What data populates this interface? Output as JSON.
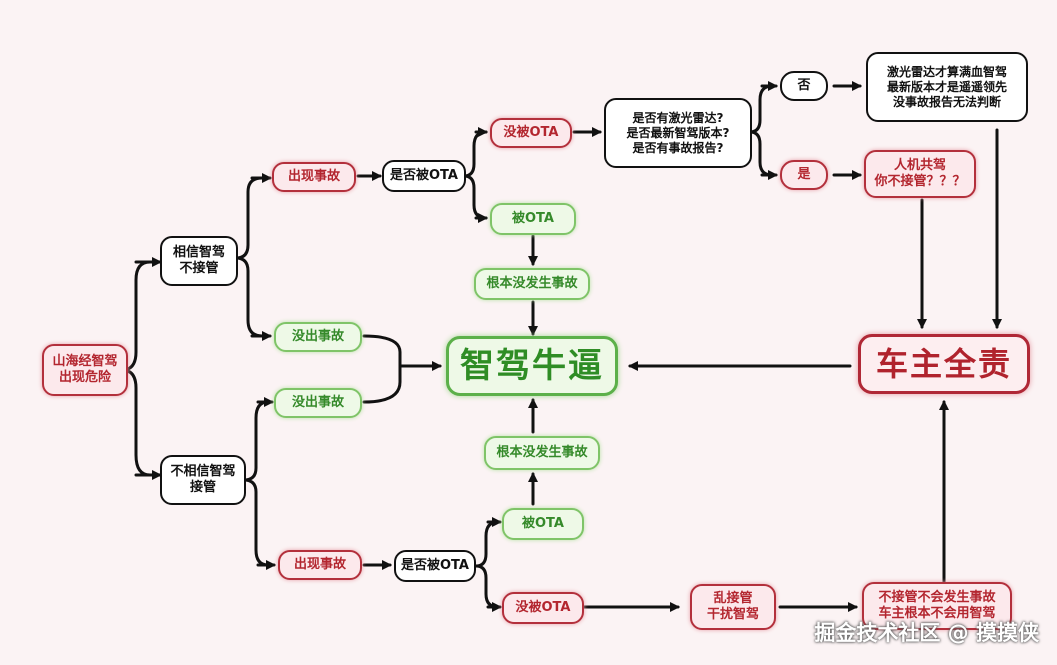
{
  "nodes": {
    "start": [
      "山海经智驾",
      "出现危险"
    ],
    "trust": [
      "相信智驾",
      "不接管"
    ],
    "distrust": [
      "不相信智驾",
      "接管"
    ],
    "accident_top": "出现事故",
    "no_accident_top": "没出事故",
    "no_accident_bottom": "没出事故",
    "accident_bottom": "出现事故",
    "ota_q_top": "是否被OTA",
    "ota_q_bottom": "是否被OTA",
    "not_ota_top": "没被OTA",
    "ota_top": "被OTA",
    "ota_bottom": "被OTA",
    "not_ota_bottom": "没被OTA",
    "never_top": "根本没发生事故",
    "never_bottom": "根本没发生事故",
    "questions": [
      "是否有激光雷达?",
      "是否最新智驾版本?",
      "是否有事故报告?"
    ],
    "no": "否",
    "yes": "是",
    "lidar_text": [
      "激光雷达才算满血智驾",
      "最新版本才是遥遥领先",
      "没事故报告无法判断"
    ],
    "human_machine": [
      "人机共驾",
      "你不接管？？？"
    ],
    "interfere": [
      "乱接管",
      "干扰智驾"
    ],
    "no_takeover": [
      "不接管不会发生事故",
      "车主根本不会用智驾"
    ],
    "smart_awesome": "智驾牛逼",
    "owner_fault": "车主全责"
  },
  "watermark": "掘金技术社区 @ 摸摸侠",
  "colors": {
    "red": "#b3262f",
    "green": "#358a2a",
    "line": "#111111",
    "background": "#fbf3f4"
  }
}
